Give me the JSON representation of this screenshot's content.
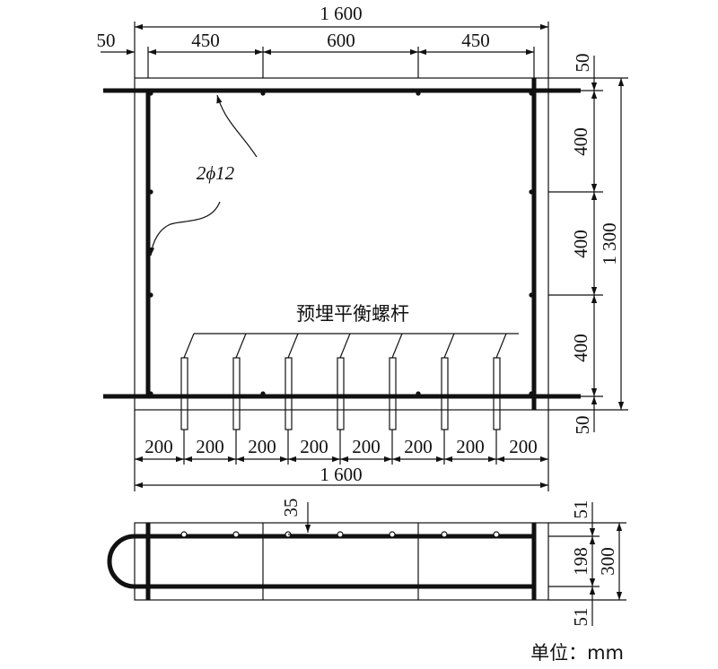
{
  "top_view": {
    "width_total": "1 600",
    "edge_left": "50",
    "seg_left": "450",
    "seg_mid": "600",
    "seg_right": "450",
    "rebar_label": "2ϕ12",
    "edge_top": "50",
    "h_seg_1": "400",
    "h_seg_2": "400",
    "h_seg_3": "400",
    "height_total": "1 300",
    "edge_bottom": "50",
    "bolt_label": "预埋平衡螺杆",
    "bottom_spacing": [
      "200",
      "200",
      "200",
      "200",
      "200",
      "200",
      "200",
      "200"
    ],
    "width_total_bottom": "1 600"
  },
  "side_view": {
    "offset": "35",
    "top_margin": "51",
    "mid": "198",
    "total": "300",
    "bottom_margin": "51"
  },
  "unit_label": "单位：mm"
}
